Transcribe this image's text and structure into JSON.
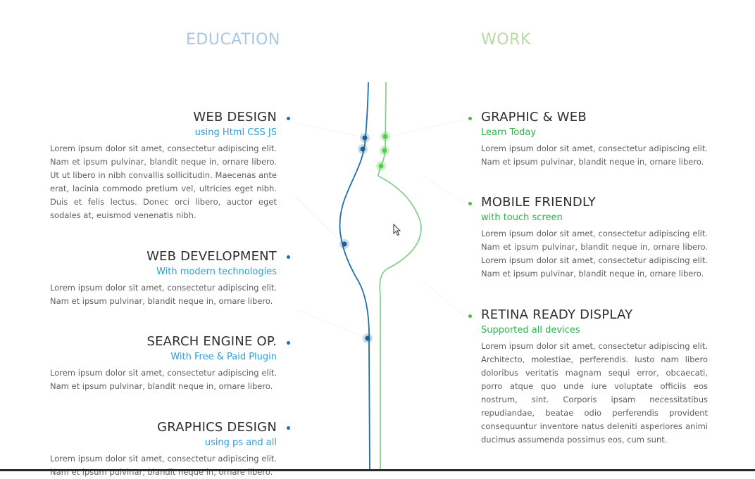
{
  "education": {
    "title": "EDUCATION",
    "items": [
      {
        "heading": "WEB DESIGN",
        "sub": "using Html CSS JS",
        "text": "Lorem ipsum dolor sit amet, consectetur adipiscing elit. Nam et ipsum pulvinar, blandit neque in, ornare libero. Ut ut libero in nibh convallis sollicitudin. Maecenas ante erat, lacinia commodo pretium vel, ultricies eget nibh. Duis et felis lectus. Donec orci libero, auctor eget sodales at, euismod venenatis nibh."
      },
      {
        "heading": "WEB DEVELOPMENT",
        "sub": "With modern technologies",
        "text": "Lorem ipsum dolor sit amet, consectetur adipiscing elit. Nam et ipsum pulvinar, blandit neque in, ornare libero."
      },
      {
        "heading": "SEARCH ENGINE OP.",
        "sub": "With Free & Paid Plugin",
        "text": "Lorem ipsum dolor sit amet, consectetur adipiscing elit. Nam et ipsum pulvinar, blandit neque in, ornare libero."
      },
      {
        "heading": "GRAPHICS DESIGN",
        "sub": "using ps and all",
        "text": "Lorem ipsum dolor sit amet, consectetur adipiscing elit. Nam et ipsum pulvinar, blandit neque in, ornare libero."
      }
    ]
  },
  "work": {
    "title": "WORK",
    "items": [
      {
        "heading": "GRAPHIC & WEB",
        "sub": "Learn Today",
        "text": "Lorem ipsum dolor sit amet, consectetur adipiscing elit. Nam et ipsum pulvinar, blandit neque in, ornare libero."
      },
      {
        "heading": "MOBILE FRIENDLY",
        "sub": "with touch screen",
        "text": "Lorem ipsum dolor sit amet, consectetur adipiscing elit. Nam et ipsum pulvinar, blandit neque in, ornare libero. Lorem ipsum dolor sit amet, consectetur adipiscing elit. Nam et ipsum pulvinar, blandit neque in, ornare libero."
      },
      {
        "heading": "RETINA READY DISPLAY",
        "sub": "Supported all devices",
        "text": "Lorem ipsum dolor sit amet, consectetur adipiscing elit. Architecto, molestiae, perferendis. Iusto nam libero doloribus veritatis magnam sequi error, obcaecati, porro atque quo unde iure voluptate officiis eos nostrum, sint. Corporis ipsam necessitatibus repudiandae, beatae odio perferendis provident consequuntur inventore natus deleniti asperiores animi ducimus assumenda possimus eos, cum sunt."
      }
    ]
  },
  "colors": {
    "education_accent": "#2a9fd8",
    "work_accent": "#2bb34a",
    "education_line": "#1e6fa8",
    "work_line": "#7fd08a"
  },
  "icons": {
    "cursor": "mouse-pointer-icon"
  }
}
